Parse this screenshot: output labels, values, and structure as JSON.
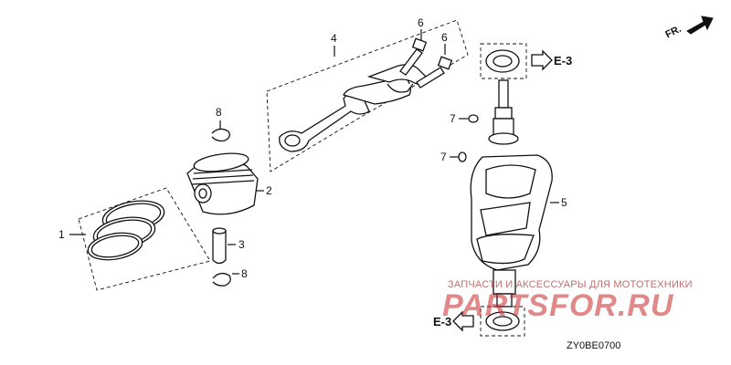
{
  "callouts": {
    "c1": "1",
    "c2": "2",
    "c3": "3",
    "c4": "4",
    "c5": "5",
    "c6a": "6",
    "c6b": "6",
    "c7a": "7",
    "c7b": "7",
    "c8a": "8",
    "c8b": "8"
  },
  "references": {
    "top": "E-3",
    "bottom": "E-3"
  },
  "direction": {
    "label": "FR."
  },
  "diagram_code": "ZY0BE0700",
  "watermark": {
    "tagline": "ЗАПЧАСТИ И АКСЕССУАРЫ ДЛЯ МОТОТЕХНИКИ",
    "logo_text": "PARTSFOR.RU",
    "color": "#c82828"
  },
  "colors": {
    "line": "#111111",
    "watermark": "#c82828"
  }
}
